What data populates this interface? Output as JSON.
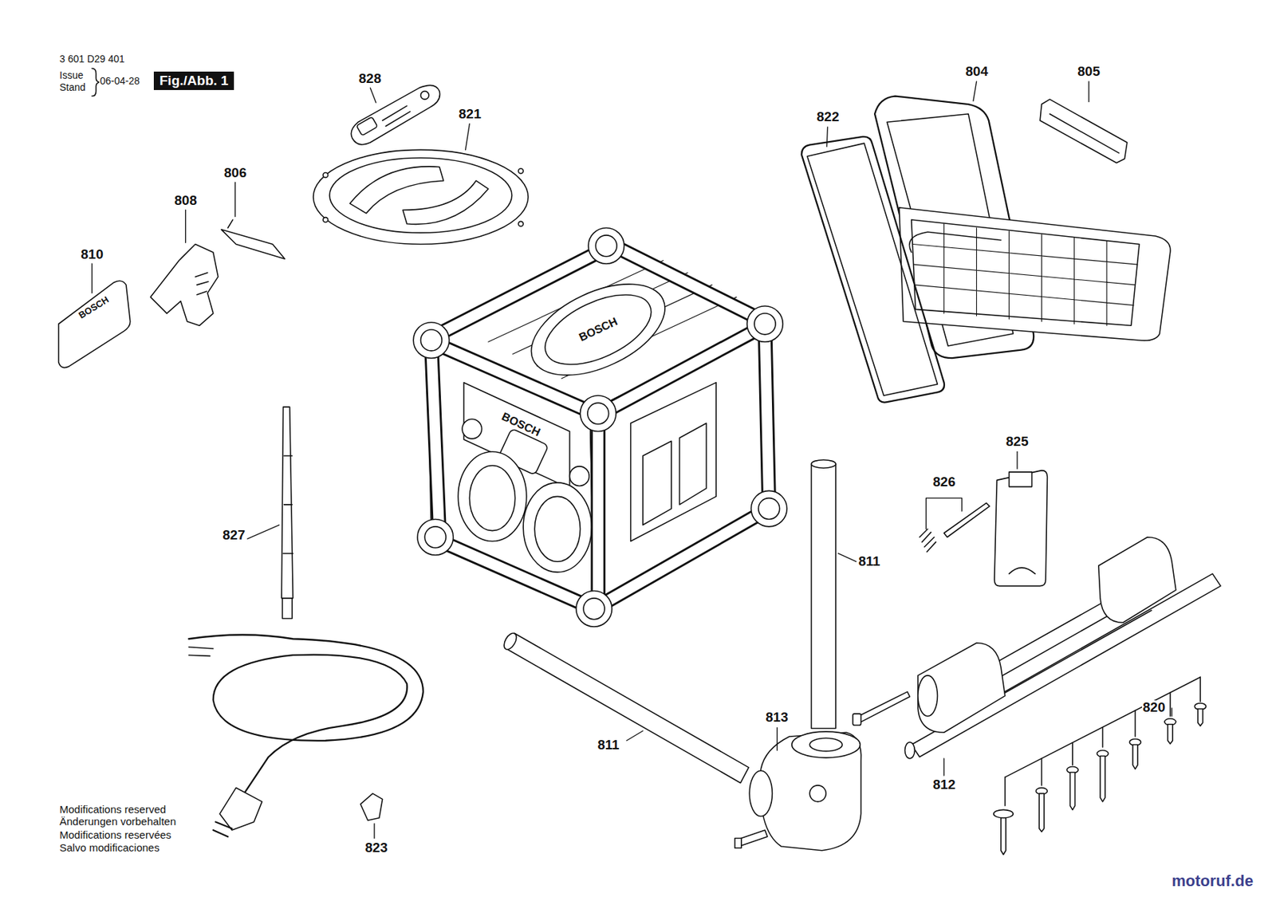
{
  "diagram": {
    "nodes": [
      {
        "text": [
          "Fig./Abb. 1"
        ]
      }
    ],
    "labels": [
      "3 601 D29 401",
      "Issue",
      "Stand",
      "06-04-28",
      "828",
      "821",
      "806",
      "808",
      "810",
      "822",
      "804",
      "805",
      "BOSCH",
      "BOSCH",
      "BOSCH",
      "825",
      "826",
      "827",
      "811",
      "813",
      "820",
      "811",
      "812",
      "823",
      "Modifications reserved",
      "Änderungen vorbehalten",
      "Modifications reservées",
      "Salvo modificaciones",
      "motoruf.de"
    ]
  }
}
